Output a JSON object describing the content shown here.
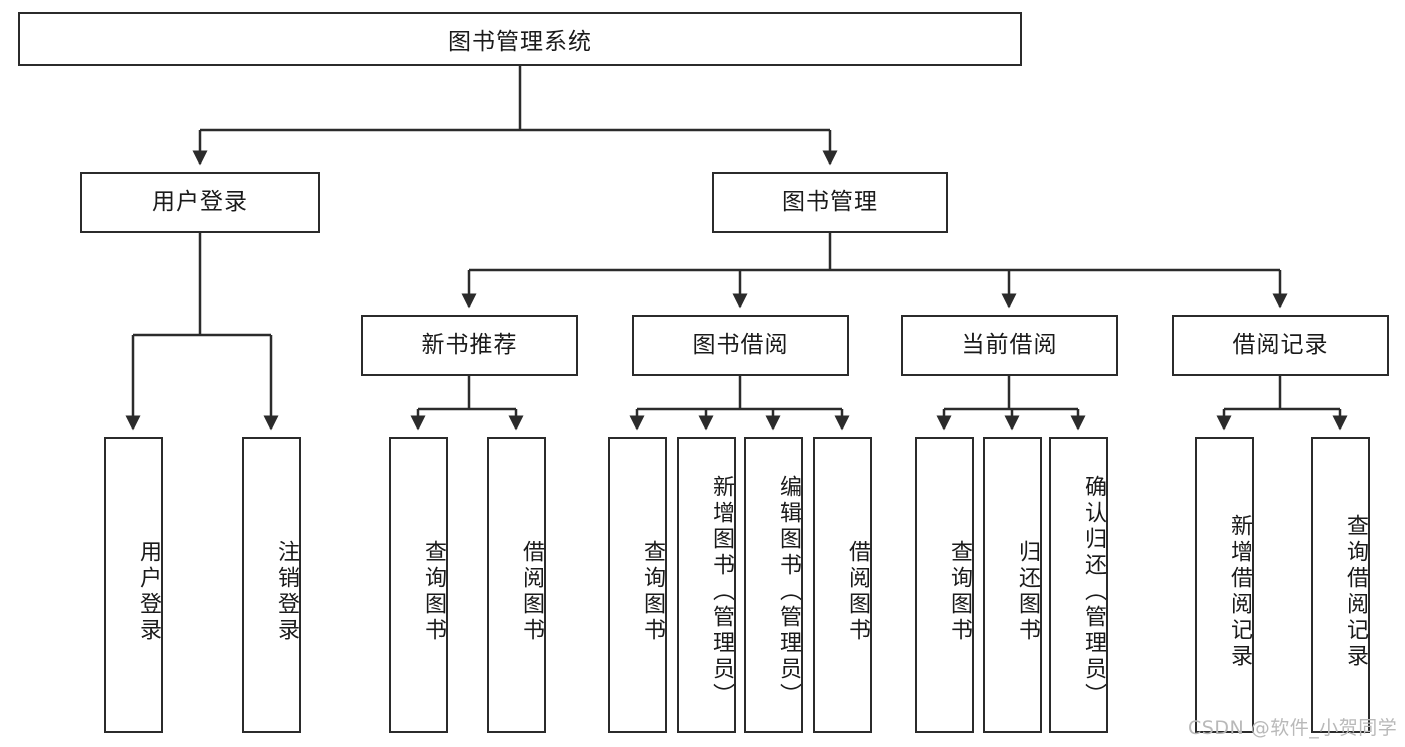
{
  "diagram": {
    "title": "图书管理系统",
    "type": "tree",
    "watermark": "CSDN @软件_小贺同学",
    "stroke_color": "#2b2b2b",
    "fill_color": "#ffffff",
    "text_color": "#1a1a1a",
    "watermark_color": "#b9b9b9",
    "root": {
      "label": "图书管理系统",
      "children": [
        {
          "label": "用户登录",
          "children": [
            {
              "label": "用户登录"
            },
            {
              "label": "注销登录"
            }
          ]
        },
        {
          "label": "图书管理",
          "children": [
            {
              "label": "新书推荐",
              "children": [
                {
                  "label": "查询图书"
                },
                {
                  "label": "借阅图书"
                }
              ]
            },
            {
              "label": "图书借阅",
              "children": [
                {
                  "label": "查询图书"
                },
                {
                  "label": "新增图书（管理员）"
                },
                {
                  "label": "编辑图书（管理员）"
                },
                {
                  "label": "借阅图书"
                }
              ]
            },
            {
              "label": "当前借阅",
              "children": [
                {
                  "label": "查询图书"
                },
                {
                  "label": "归还图书"
                },
                {
                  "label": "确认归还（管理员）"
                }
              ]
            },
            {
              "label": "借阅记录",
              "children": [
                {
                  "label": "新增借阅记录"
                },
                {
                  "label": "查询借阅记录"
                }
              ]
            }
          ]
        }
      ]
    },
    "nodes": {
      "root": {
        "label": "图书管理系统"
      },
      "l1": [
        {
          "label": "用户登录"
        },
        {
          "label": "图书管理"
        }
      ],
      "l2": [
        {
          "label": "新书推荐"
        },
        {
          "label": "图书借阅"
        },
        {
          "label": "当前借阅"
        },
        {
          "label": "借阅记录"
        }
      ],
      "leaves": {
        "user_login": [
          {
            "label": "用户登录"
          },
          {
            "label": "注销登录"
          }
        ],
        "new_book": [
          {
            "label": "查询图书"
          },
          {
            "label": "借阅图书"
          }
        ],
        "book_borrow": [
          {
            "label": "查询图书"
          },
          {
            "label": "新增图书（管理员）"
          },
          {
            "label": "编辑图书（管理员）"
          },
          {
            "label": "借阅图书"
          }
        ],
        "current_borrow": [
          {
            "label": "查询图书"
          },
          {
            "label": "归还图书"
          },
          {
            "label": "确认归还（管理员）"
          }
        ],
        "borrow_record": [
          {
            "label": "新增借阅记录"
          },
          {
            "label": "查询借阅记录"
          }
        ]
      }
    }
  }
}
